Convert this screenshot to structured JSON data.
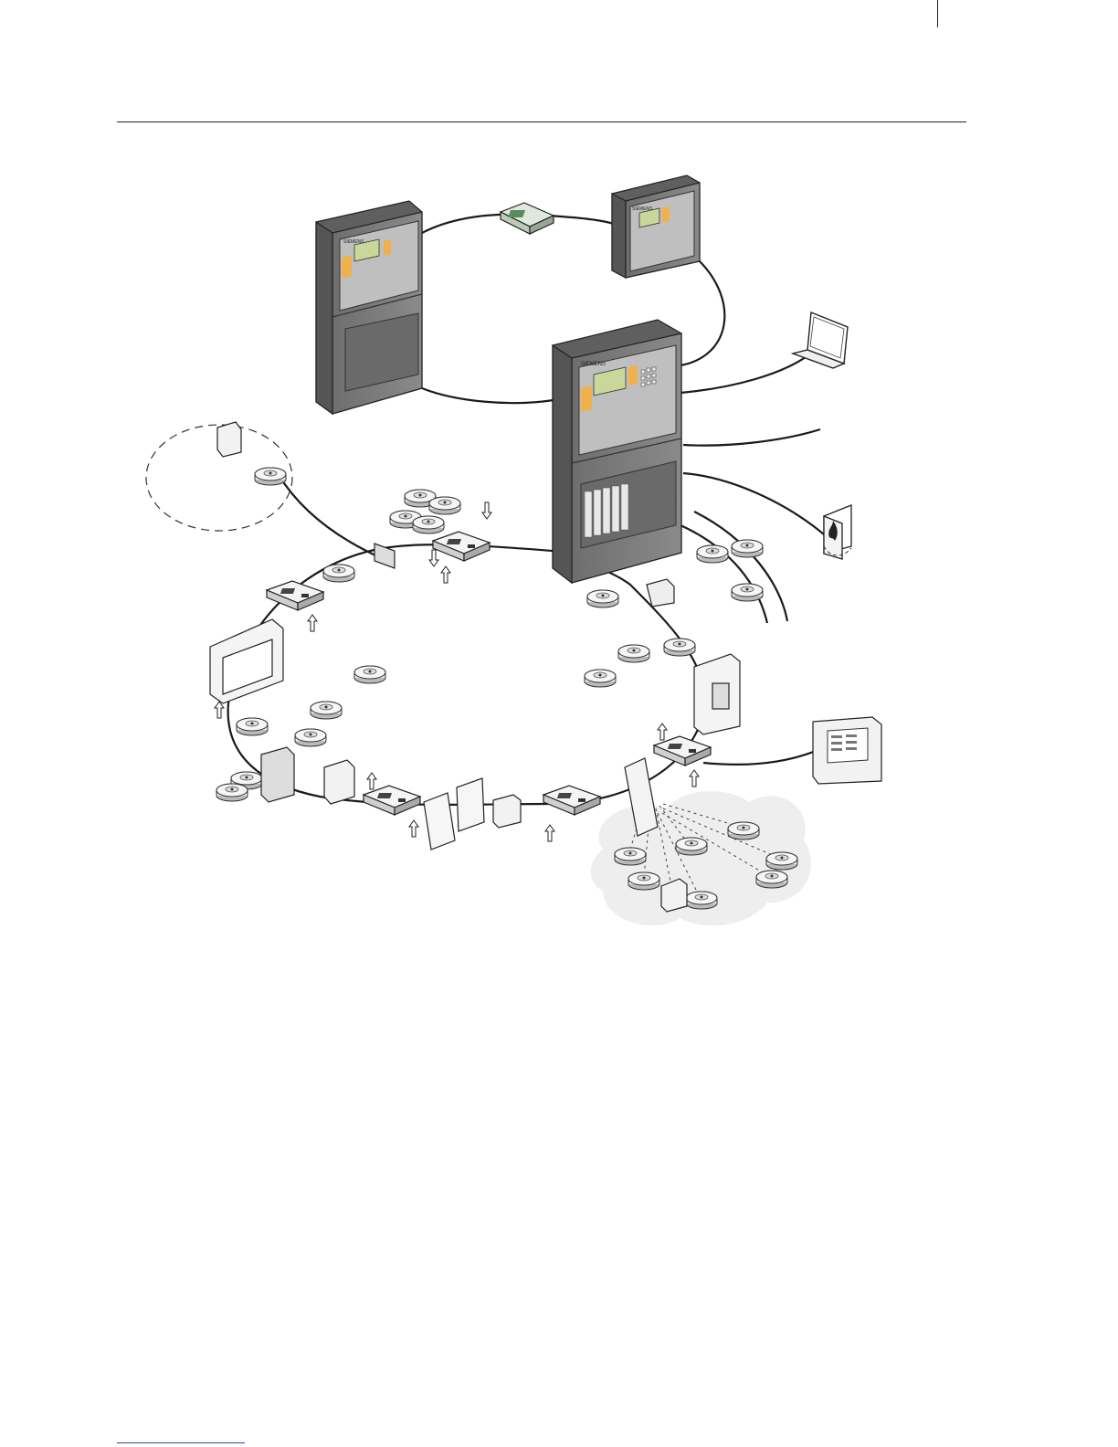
{
  "diagram": {
    "brand_panel_left": "SIEMENS",
    "brand_panel_right": "SIEMENS",
    "brand_panel_main": "SIEMENS"
  },
  "colors": {
    "cabinet_body": "#7d7d7d",
    "cabinet_side": "#5f5f5f",
    "panel_face": "#bfbfbf",
    "display_green": "#c9d89a",
    "accent_orange": "#f0b04a",
    "cable": "#1a1a1a",
    "cloud": "#eeeeee",
    "footer_link": "#3344aa"
  },
  "icons": [
    "fire-control-panel-icon",
    "laptop-icon",
    "smoke-detector-icon",
    "loop-module-icon",
    "manual-call-point-icon",
    "fire-door-icon",
    "remote-display-icon",
    "radio-gateway-icon"
  ]
}
